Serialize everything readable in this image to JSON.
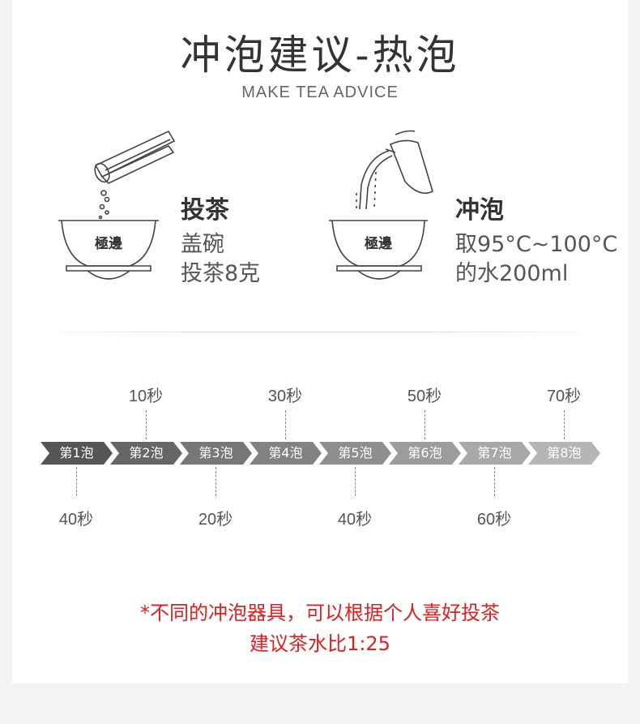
{
  "header": {
    "title": "冲泡建议-热泡",
    "subtitle": "MAKE TEA ADVICE"
  },
  "steps": [
    {
      "title": "投茶",
      "lines": [
        "盖碗",
        "投茶8克"
      ],
      "brand": "極邊"
    },
    {
      "title": "冲泡",
      "lines": [
        "取95°C~100°C",
        "的水200ml"
      ],
      "brand": "極邊"
    }
  ],
  "timeline": {
    "infusions": [
      "第1泡",
      "第2泡",
      "第3泡",
      "第4泡",
      "第5泡",
      "第6泡",
      "第7泡",
      "第8泡"
    ],
    "times": [
      "40秒",
      "10秒",
      "20秒",
      "30秒",
      "40秒",
      "50秒",
      "60秒",
      "70秒"
    ],
    "colors": [
      "#555555",
      "#666666",
      "#777777",
      "#828282",
      "#8e8e8e",
      "#9c9c9c",
      "#a8a8a8",
      "#b5b5b5"
    ]
  },
  "note": {
    "line1": "*不同的冲泡器具，可以根据个人喜好投茶",
    "line2": "建议茶水比1:25"
  }
}
